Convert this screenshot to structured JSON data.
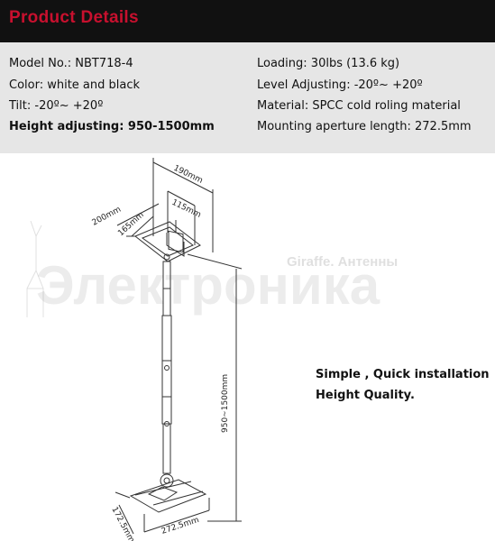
{
  "header": {
    "title": "Product Details"
  },
  "specs": {
    "left": [
      "Model No.: NBT718-4",
      "Color: white and black",
      "Tilt: -20º~ +20º",
      "Height adjusting: 950-1500mm"
    ],
    "right": [
      "Loading: 30lbs (13.6 kg)",
      "Level Adjusting: -20º~ +20º",
      "Material: SPCC cold roling material",
      "Mounting aperture length: 272.5mm"
    ]
  },
  "diagram": {
    "dim_top_width": "190mm",
    "dim_inner_width": "115mm",
    "dim_plate_depth": "200mm",
    "dim_inner_depth": "165mm",
    "dim_height": "950~1500mm",
    "dim_base_depth": "172.5mm",
    "dim_base_width": "272.5mm"
  },
  "features": {
    "line1": "Simple , Quick installation",
    "line2": "Height Quality."
  },
  "watermark": {
    "main": "Электроника",
    "sub": "Giraffe. Антенны"
  },
  "colors": {
    "header_bg": "#111111",
    "title": "#c8102e",
    "panel_bg": "#e6e6e6"
  }
}
